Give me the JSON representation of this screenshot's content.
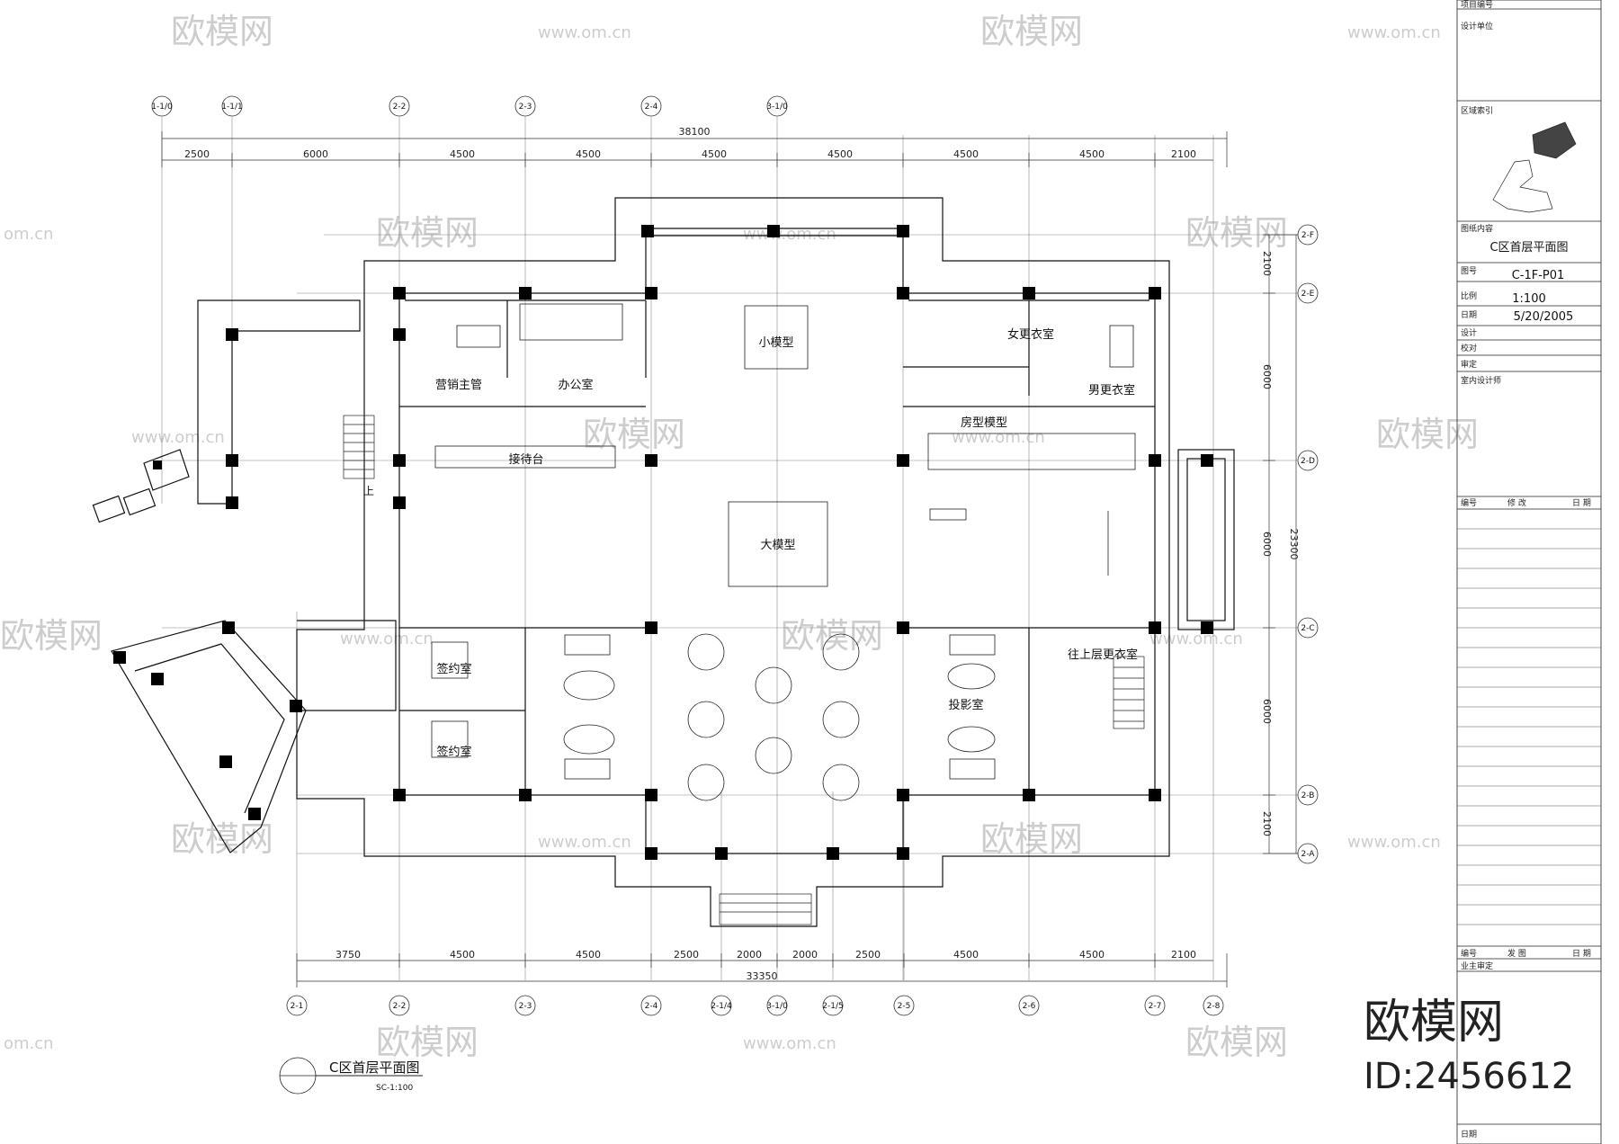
{
  "overall_width_top": "38100",
  "top_dims": [
    "2500",
    "6000",
    "4500",
    "4500",
    "4500",
    "4500",
    "4500",
    "4500",
    "2100"
  ],
  "overall_width_bottom": "33350",
  "bottom_dims": [
    "3750",
    "4500",
    "4500",
    "2500",
    "2000",
    "2000",
    "2500",
    "4500",
    "4500",
    "2100"
  ],
  "right_dims": [
    "2100",
    "6000",
    "6000",
    "6000",
    "2100"
  ],
  "right_overall": "23300",
  "top_axes": [
    "1-1/0",
    "1-1/1",
    "2-2",
    "2-3",
    "2-4",
    "3-1/0"
  ],
  "bottom_axes": [
    "2-1",
    "2-2",
    "2-3",
    "2-4",
    "2-1/4",
    "3-1/0",
    "2-1/5",
    "2-5",
    "2-6",
    "2-7",
    "2-8"
  ],
  "right_axes": [
    "2-F",
    "2-E",
    "2-D",
    "2-C",
    "2-B",
    "2-A"
  ],
  "rooms": {
    "sales_manager": "营销主管",
    "office": "办公室",
    "reception": "接待台",
    "small_model": "小模型",
    "big_model": "大模型",
    "women_changing": "女更衣室",
    "men_changing": "男更衣室",
    "house_model": "房型模型",
    "signing_1": "签约室",
    "signing_2": "签约室",
    "projection": "投影室",
    "upper_changing": "往上层更衣室",
    "stair_up": "上"
  },
  "drawing_title": "C区首层平面图",
  "drawing_scale": "SC-1:100",
  "title_block": {
    "project_no_label": "项目编号",
    "designer_label": "设计单位",
    "zone_index_label": "区域索引",
    "drawing_content_label": "图纸内容",
    "drawing_content": "C区首层平面图",
    "drawing_no_label": "图号",
    "drawing_no": "C-1F-P01",
    "scale_label": "比例",
    "scale": "1:100",
    "date_label": "日期",
    "date": "5/20/2005",
    "design_label": "设计",
    "check_label": "校对",
    "review_label": "审定",
    "interior_label": "室内设计师",
    "rev_no": "编号",
    "rev_change": "修  改",
    "rev_date": "日  期",
    "issue_no": "编号",
    "issue": "发  图",
    "issue_date": "日  期",
    "owner_label": "业主审定",
    "bottom_label": "日期"
  },
  "watermark": {
    "brand": "欧模网",
    "url": "www.om.cn",
    "url_short": "om.cn",
    "id": "ID:2456612"
  }
}
